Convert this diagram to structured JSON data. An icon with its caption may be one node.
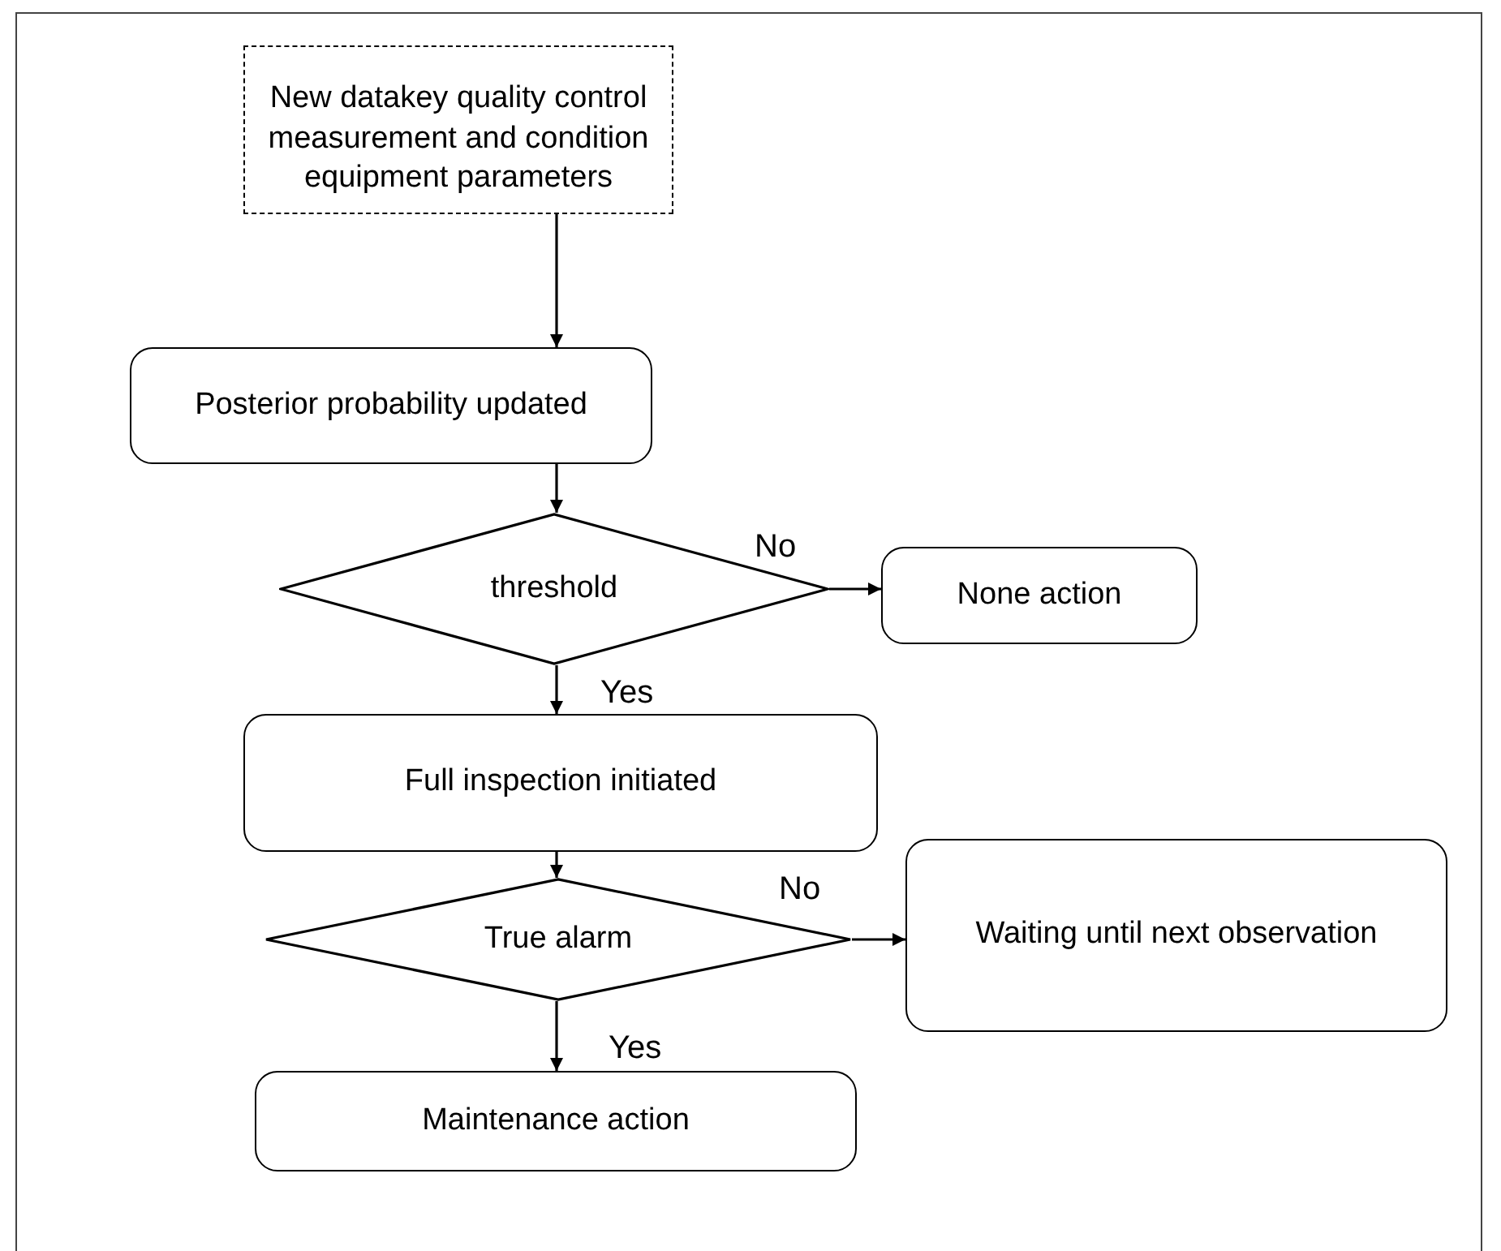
{
  "diagram": {
    "nodes": [
      {
        "text": [
          "New datakey quality control measurement and condition equipment parameters"
        ]
      },
      {
        "text": [
          "Posterior probability updated"
        ]
      },
      {
        "text": [
          "threshold"
        ]
      },
      {
        "text": [
          "None action"
        ]
      },
      {
        "text": [
          "Full inspection initiated"
        ]
      },
      {
        "text": [
          "True alarm"
        ]
      },
      {
        "text": [
          "Waiting until next observation"
        ]
      },
      {
        "text": [
          "Maintenance action"
        ]
      }
    ],
    "edges": [
      {
        "from": 0,
        "to": 1,
        "arrow": "to"
      },
      {
        "from": 1,
        "to": 2,
        "arrow": "to"
      },
      {
        "from": 2,
        "to": 3,
        "arrow": "to",
        "label": "No"
      },
      {
        "from": 2,
        "to": 4,
        "arrow": "to",
        "label": "Yes"
      },
      {
        "from": 4,
        "to": 5,
        "arrow": "to"
      },
      {
        "from": 5,
        "to": 6,
        "arrow": "to",
        "label": "No"
      },
      {
        "from": 5,
        "to": 7,
        "arrow": "to",
        "label": "Yes"
      }
    ]
  }
}
